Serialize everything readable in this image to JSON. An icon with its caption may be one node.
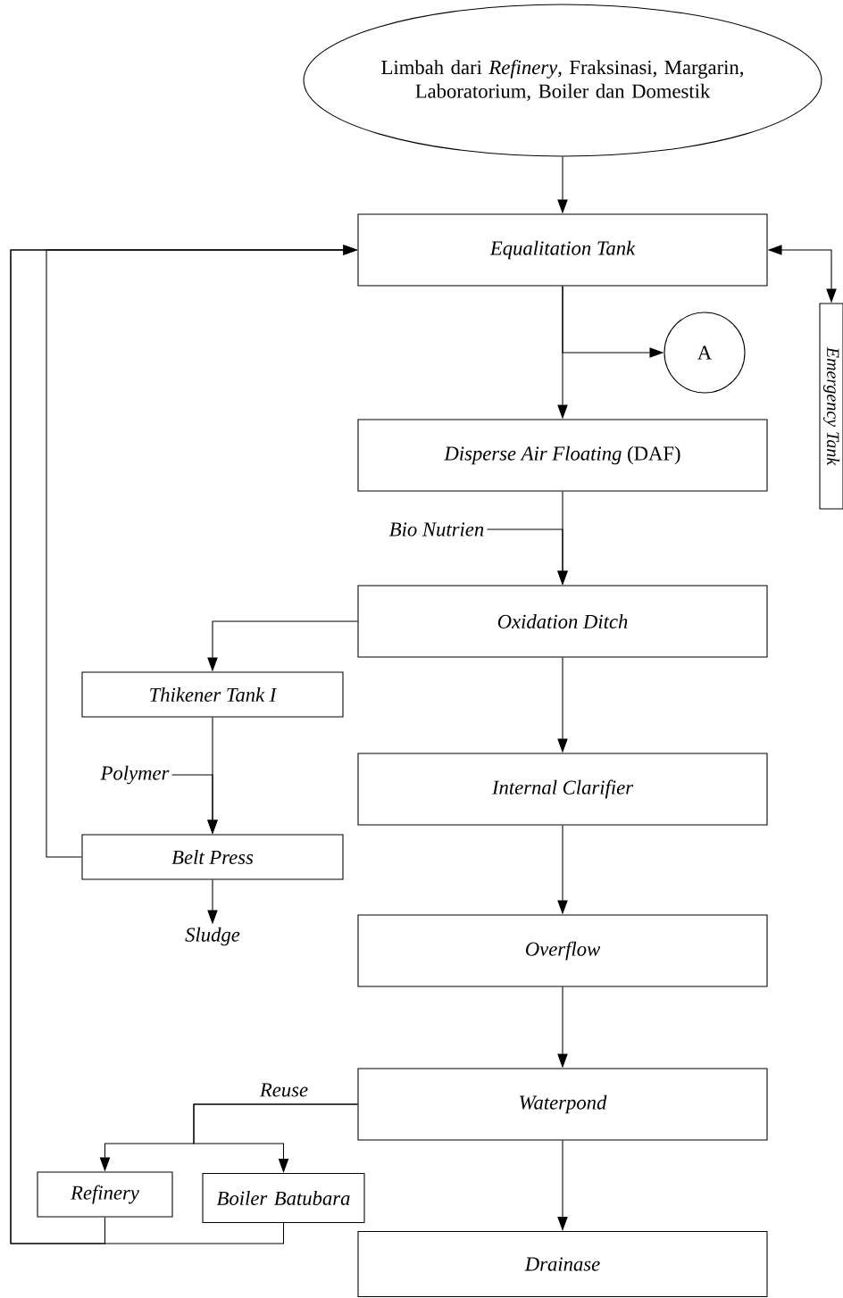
{
  "diagram": {
    "nodes": [
      {
        "text": [
          "Limbah dari *Refinery*, Fraksinasi, Margarin, Laboratorium, Boiler dan Domestik"
        ]
      },
      {
        "text": [
          "Equalitation Tank"
        ]
      },
      {
        "text": [
          "Emergency Tank"
        ]
      },
      {
        "text": [
          "A"
        ]
      },
      {
        "text": [
          "*Disperse Air Floating* (DAF)"
        ]
      },
      {
        "text": [
          "Bio Nutrien"
        ]
      },
      {
        "text": [
          "Oxidation Ditch"
        ]
      },
      {
        "text": [
          "Thikener Tank I"
        ]
      },
      {
        "text": [
          "Polymer"
        ]
      },
      {
        "text": [
          "Internal Clarifier"
        ]
      },
      {
        "text": [
          "Belt Press"
        ]
      },
      {
        "text": [
          "Sludge"
        ]
      },
      {
        "text": [
          "Overflow"
        ]
      },
      {
        "text": [
          "Waterpond"
        ]
      },
      {
        "text": [
          "Refinery"
        ]
      },
      {
        "text": [
          "Boiler Batubara"
        ]
      },
      {
        "text": [
          "Drainase"
        ]
      }
    ],
    "edges": [
      {
        "from": 0,
        "to": 1,
        "arrow": "to"
      },
      {
        "from": 1,
        "to": 2,
        "arrow": "both"
      },
      {
        "from": 1,
        "to": 3,
        "arrow": "to"
      },
      {
        "from": 1,
        "to": 4,
        "arrow": "to"
      },
      {
        "from": 4,
        "to": 6,
        "arrow": "to"
      },
      {
        "from": 5,
        "to": 6,
        "arrow": "to"
      },
      {
        "from": 6,
        "to": 7,
        "arrow": "to"
      },
      {
        "from": 7,
        "to": 10,
        "arrow": "to"
      },
      {
        "from": 8,
        "to": 10,
        "arrow": "to"
      },
      {
        "from": 10,
        "to": 1,
        "arrow": "to"
      },
      {
        "from": 10,
        "to": 11,
        "arrow": "to"
      },
      {
        "from": 6,
        "to": 9,
        "arrow": "to"
      },
      {
        "from": 9,
        "to": 12,
        "arrow": "to"
      },
      {
        "from": 12,
        "to": 13,
        "arrow": "to"
      },
      {
        "from": 13,
        "to": 14,
        "arrow": "to",
        "label": "Reuse"
      },
      {
        "from": 13,
        "to": 15,
        "arrow": "to"
      },
      {
        "from": 14,
        "to": 1,
        "arrow": "to"
      },
      {
        "from": 15,
        "to": 1,
        "arrow": "to"
      },
      {
        "from": 13,
        "to": 16,
        "arrow": "to"
      }
    ]
  }
}
